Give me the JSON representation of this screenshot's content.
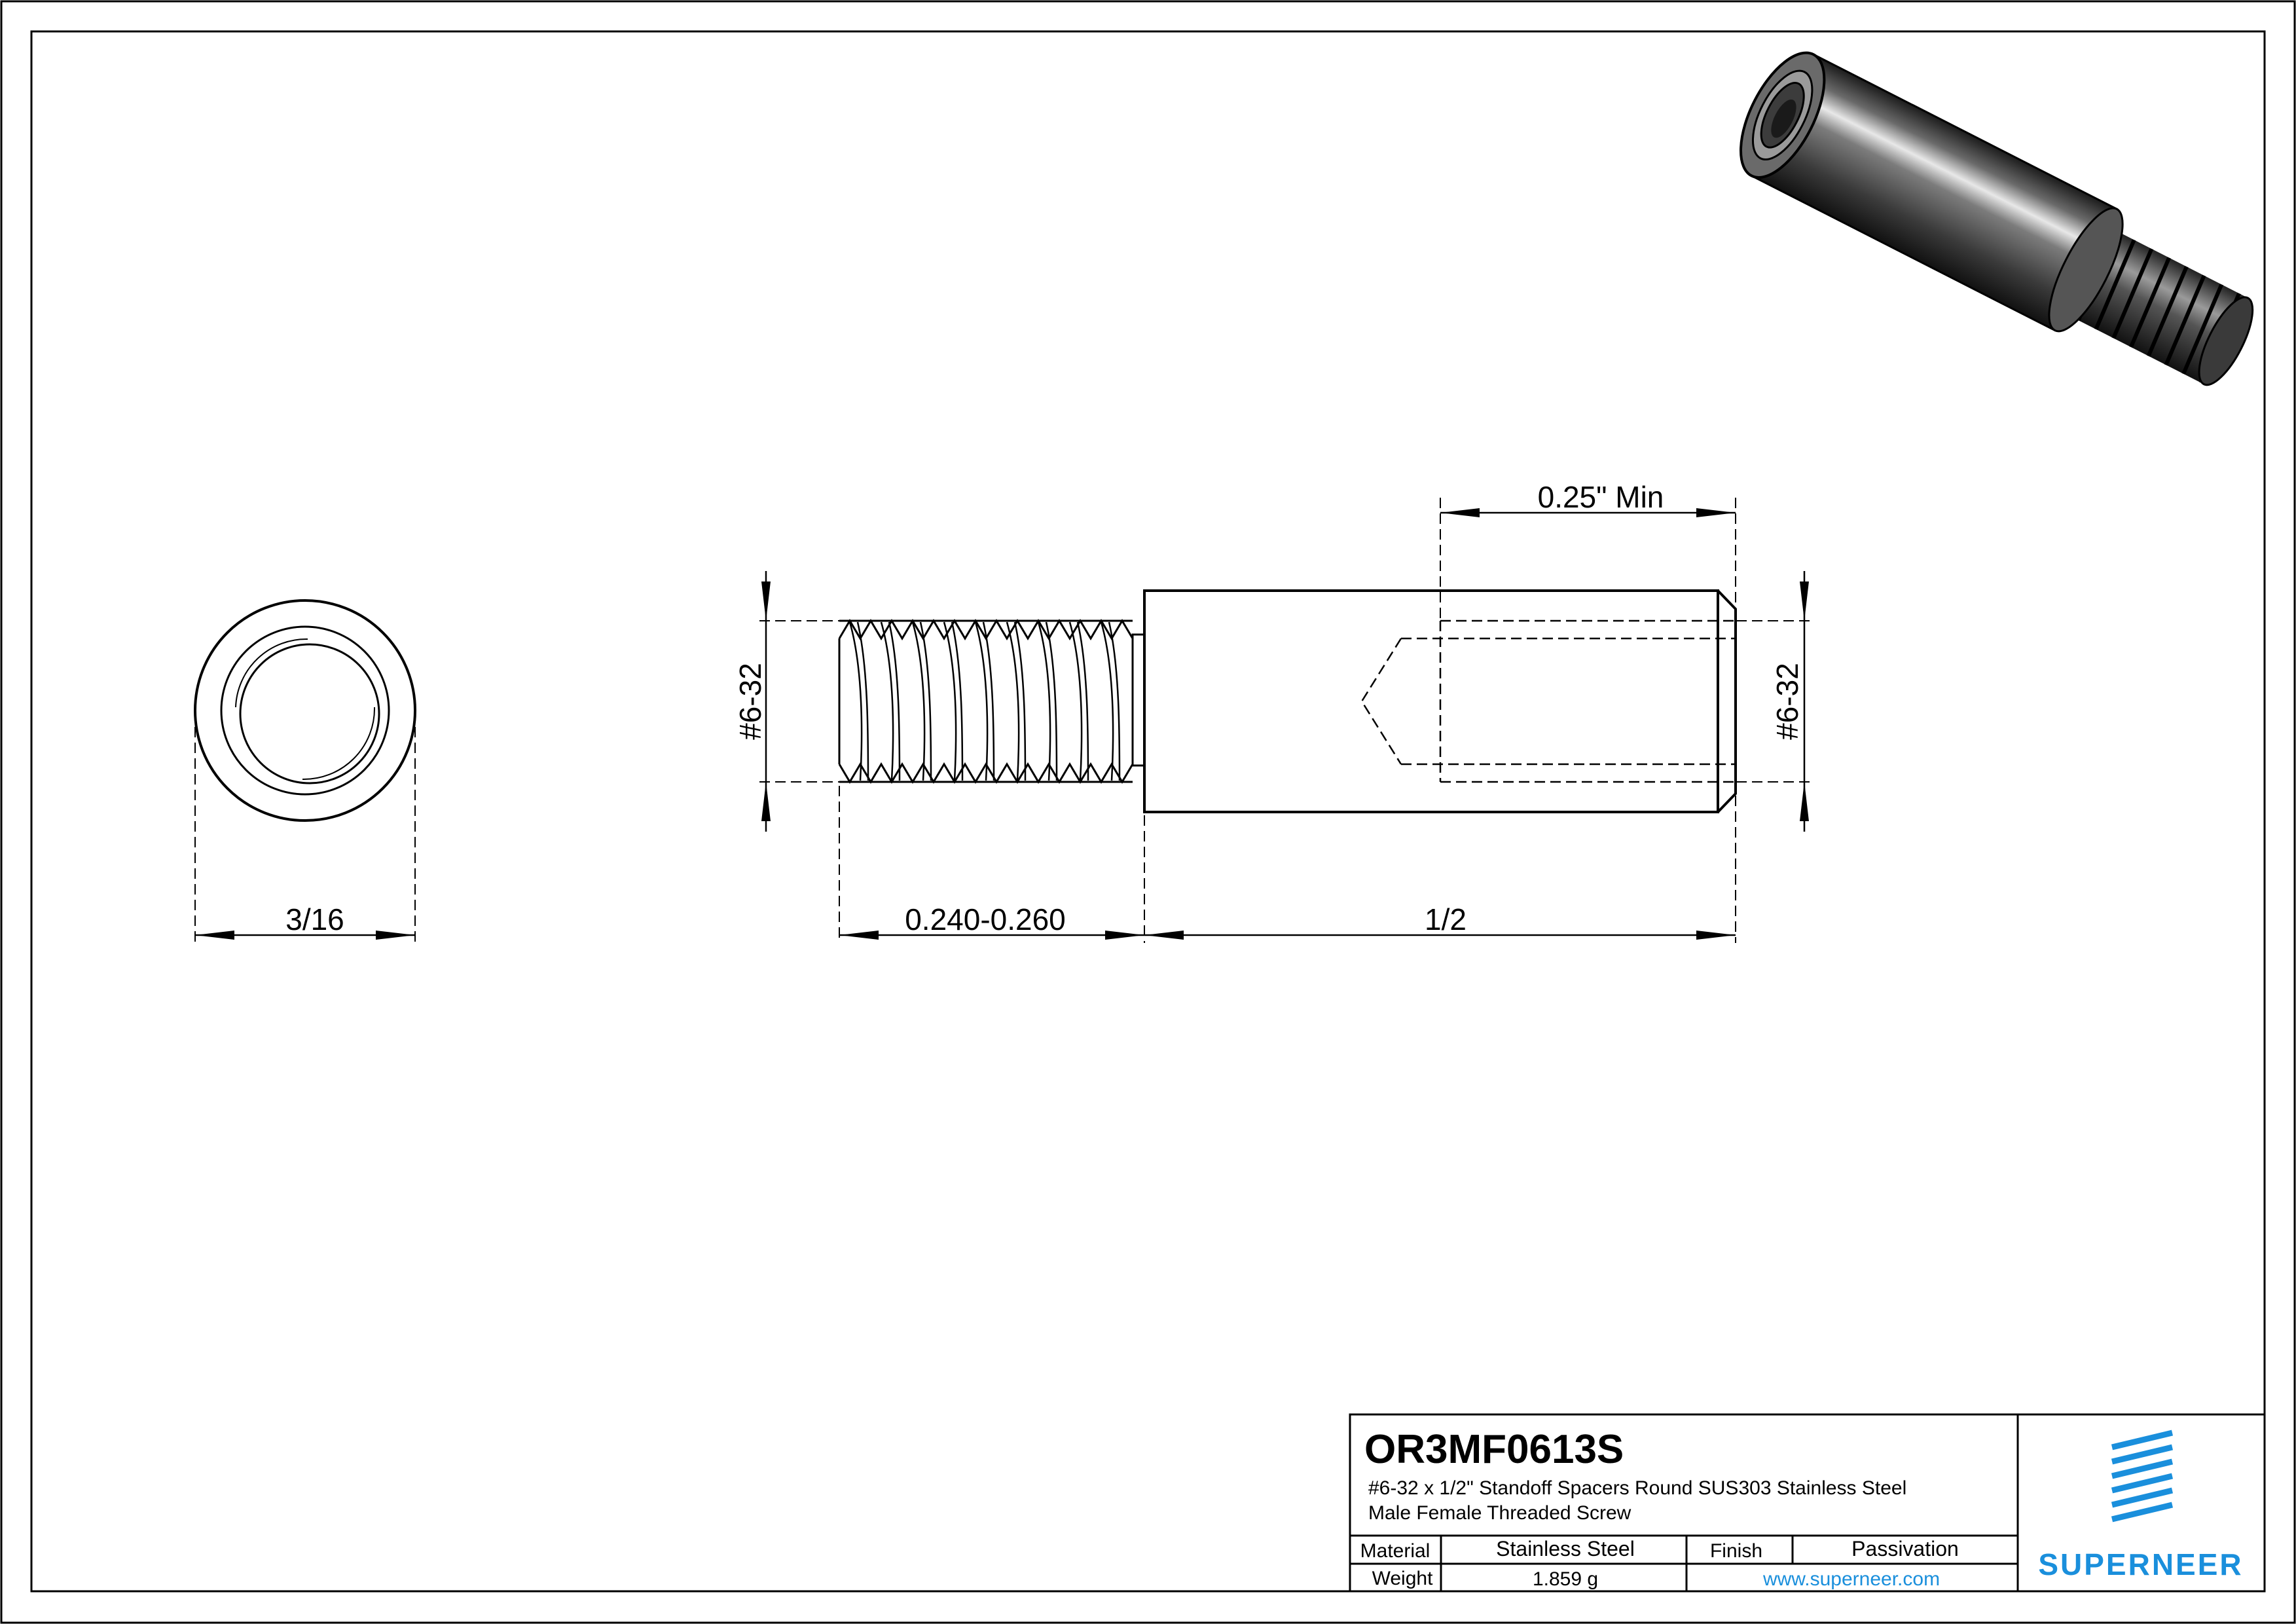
{
  "drawing": {
    "part_number": "OR3MF0613S",
    "description_line1": "#6-32 x 1/2\" Standoff Spacers Round SUS303 Stainless Steel",
    "description_line2": "Male Female Threaded Screw"
  },
  "dimensions": {
    "outer_diameter": "3/16",
    "male_thread_length": "0.240-0.260",
    "body_length": "1/2",
    "female_thread_depth": "0.25\" Min",
    "male_thread_size": "#6-32",
    "female_thread_size": "#6-32"
  },
  "title_block": {
    "material_label": "Material",
    "material_value": "Stainless Steel",
    "finish_label": "Finish",
    "finish_value": "Passivation",
    "weight_label": "Weight",
    "weight_value": "1.859 g",
    "website": "www.superneer.com"
  },
  "brand": {
    "name": "SUPERNEER",
    "color": "#1a8fdc"
  }
}
